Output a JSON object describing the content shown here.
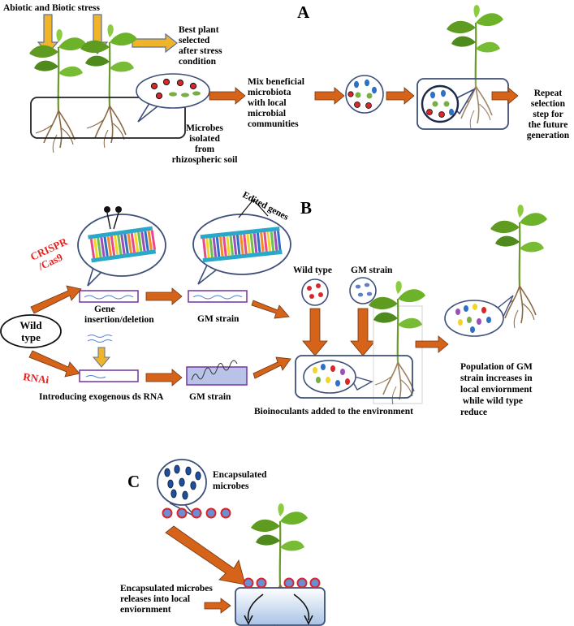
{
  "panels": {
    "a": "A",
    "b": "B",
    "c": "C"
  },
  "colors": {
    "arrow_orange": "#d6631a",
    "arrow_gold": "#f0b429",
    "arrow_gold_edge": "#5b6fa0",
    "box_edge": "#3e4f7a",
    "purple": "#7a3fa8",
    "red_label": "#e8201e",
    "bead_red": "#d8262a",
    "bead_blue": "#2f6fc4",
    "leaf_green": "#5f9a21",
    "root_brown": "#8a6a44"
  },
  "section_a": {
    "stress": "Abiotic and Biotic stress",
    "best_plant": [
      "Best plant",
      "selected",
      "after stress",
      "condition"
    ],
    "microbes_isolated": [
      "Microbes",
      "isolated",
      "from",
      "rhizospheric soil"
    ],
    "mix": [
      "Mix beneficial",
      "microbiota",
      "with local",
      "microbial",
      "communities"
    ],
    "repeat": [
      "Repeat",
      "selection",
      "step for",
      "the future",
      "generation"
    ]
  },
  "section_b": {
    "edited_genes": "Edited genes",
    "crispr": [
      "CRISPR",
      "/Cas9"
    ],
    "rnai": "RNAi",
    "wild_type_oval": [
      "Wild",
      "type"
    ],
    "gene_insertion": [
      "Gene",
      "insertion/deletion"
    ],
    "gm_strain_top": "GM strain",
    "introducing": "Introducing exogenous ds RNA",
    "gm_strain_bottom": "GM strain",
    "wild_type_label": "Wild type",
    "gm_strain_label": "GM strain",
    "bioinoculants": "Bioinoculants added to the environment",
    "population": [
      "Population of GM",
      "strain increases in",
      "local enviornment",
      " while wild type",
      "reduce"
    ]
  },
  "section_c": {
    "encapsulated": [
      "Encapsulated",
      "microbes"
    ],
    "releases": [
      "Encapsulated microbes",
      "releases into local",
      "enviornment"
    ]
  }
}
